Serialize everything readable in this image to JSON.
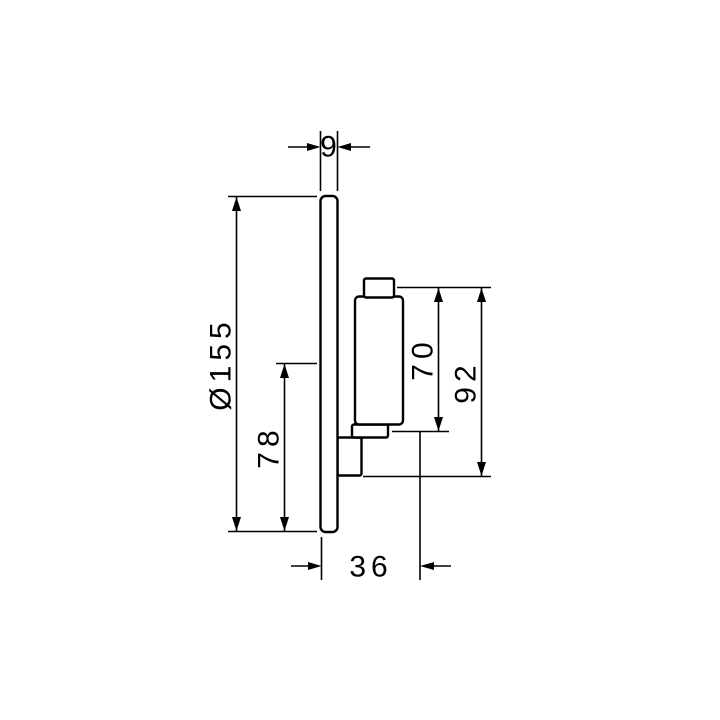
{
  "page": {
    "background": "#ffffff",
    "ink": "#000000"
  },
  "diagram": {
    "type": "technical-dimension-drawing",
    "labels": {
      "plate_thickness": "9",
      "plate_diameter": "Ø155",
      "center_to_bottom": "78",
      "body_height": "70",
      "overall_height": "92",
      "depth": "36"
    }
  }
}
